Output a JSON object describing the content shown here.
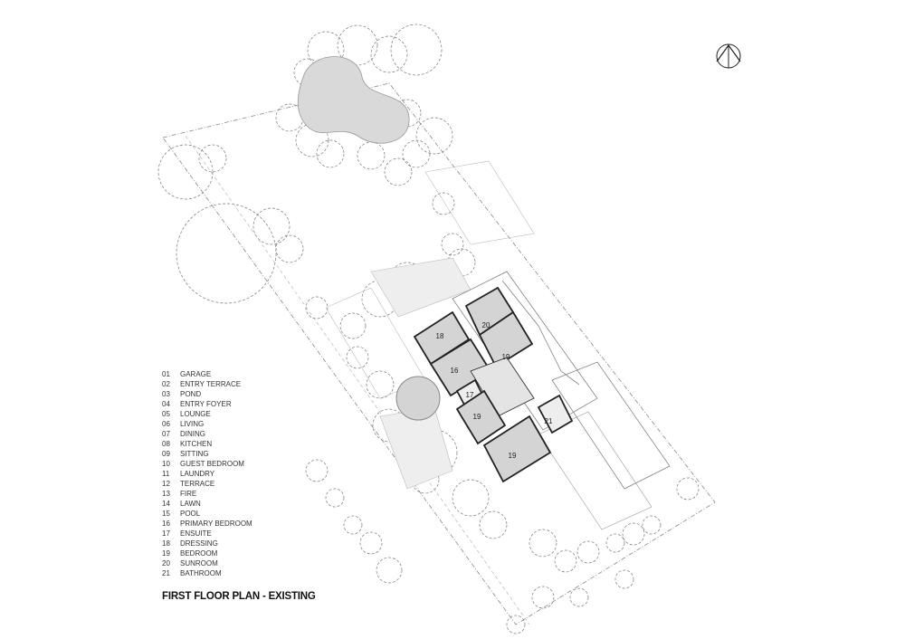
{
  "title": "FIRST FLOOR PLAN - EXISTING",
  "legend": [
    {
      "num": "01",
      "label": "GARAGE"
    },
    {
      "num": "02",
      "label": "ENTRY TERRACE"
    },
    {
      "num": "03",
      "label": "POND"
    },
    {
      "num": "04",
      "label": "ENTRY FOYER"
    },
    {
      "num": "05",
      "label": "LOUNGE"
    },
    {
      "num": "06",
      "label": "LIVING"
    },
    {
      "num": "07",
      "label": "DINING"
    },
    {
      "num": "08",
      "label": "KITCHEN"
    },
    {
      "num": "09",
      "label": "SITTING"
    },
    {
      "num": "10",
      "label": "GUEST BEDROOM"
    },
    {
      "num": "11",
      "label": "LAUNDRY"
    },
    {
      "num": "12",
      "label": "TERRACE"
    },
    {
      "num": "13",
      "label": "FIRE"
    },
    {
      "num": "14",
      "label": "LAWN"
    },
    {
      "num": "15",
      "label": "POOL"
    },
    {
      "num": "16",
      "label": "PRIMARY BEDROOM"
    },
    {
      "num": "17",
      "label": "ENSUITE"
    },
    {
      "num": "18",
      "label": "DRESSING"
    },
    {
      "num": "19",
      "label": "BEDROOM"
    },
    {
      "num": "20",
      "label": "SUNROOM"
    },
    {
      "num": "21",
      "label": "BATHROOM"
    }
  ],
  "room_labels": [
    "18",
    "20",
    "16",
    "19",
    "17",
    "19",
    "19",
    "21"
  ],
  "north_arrow_icon": "north-arrow-icon",
  "colors": {
    "room_fill": "#d4d4d4",
    "pond_fill": "#d9d9d9",
    "line": "#555555"
  }
}
